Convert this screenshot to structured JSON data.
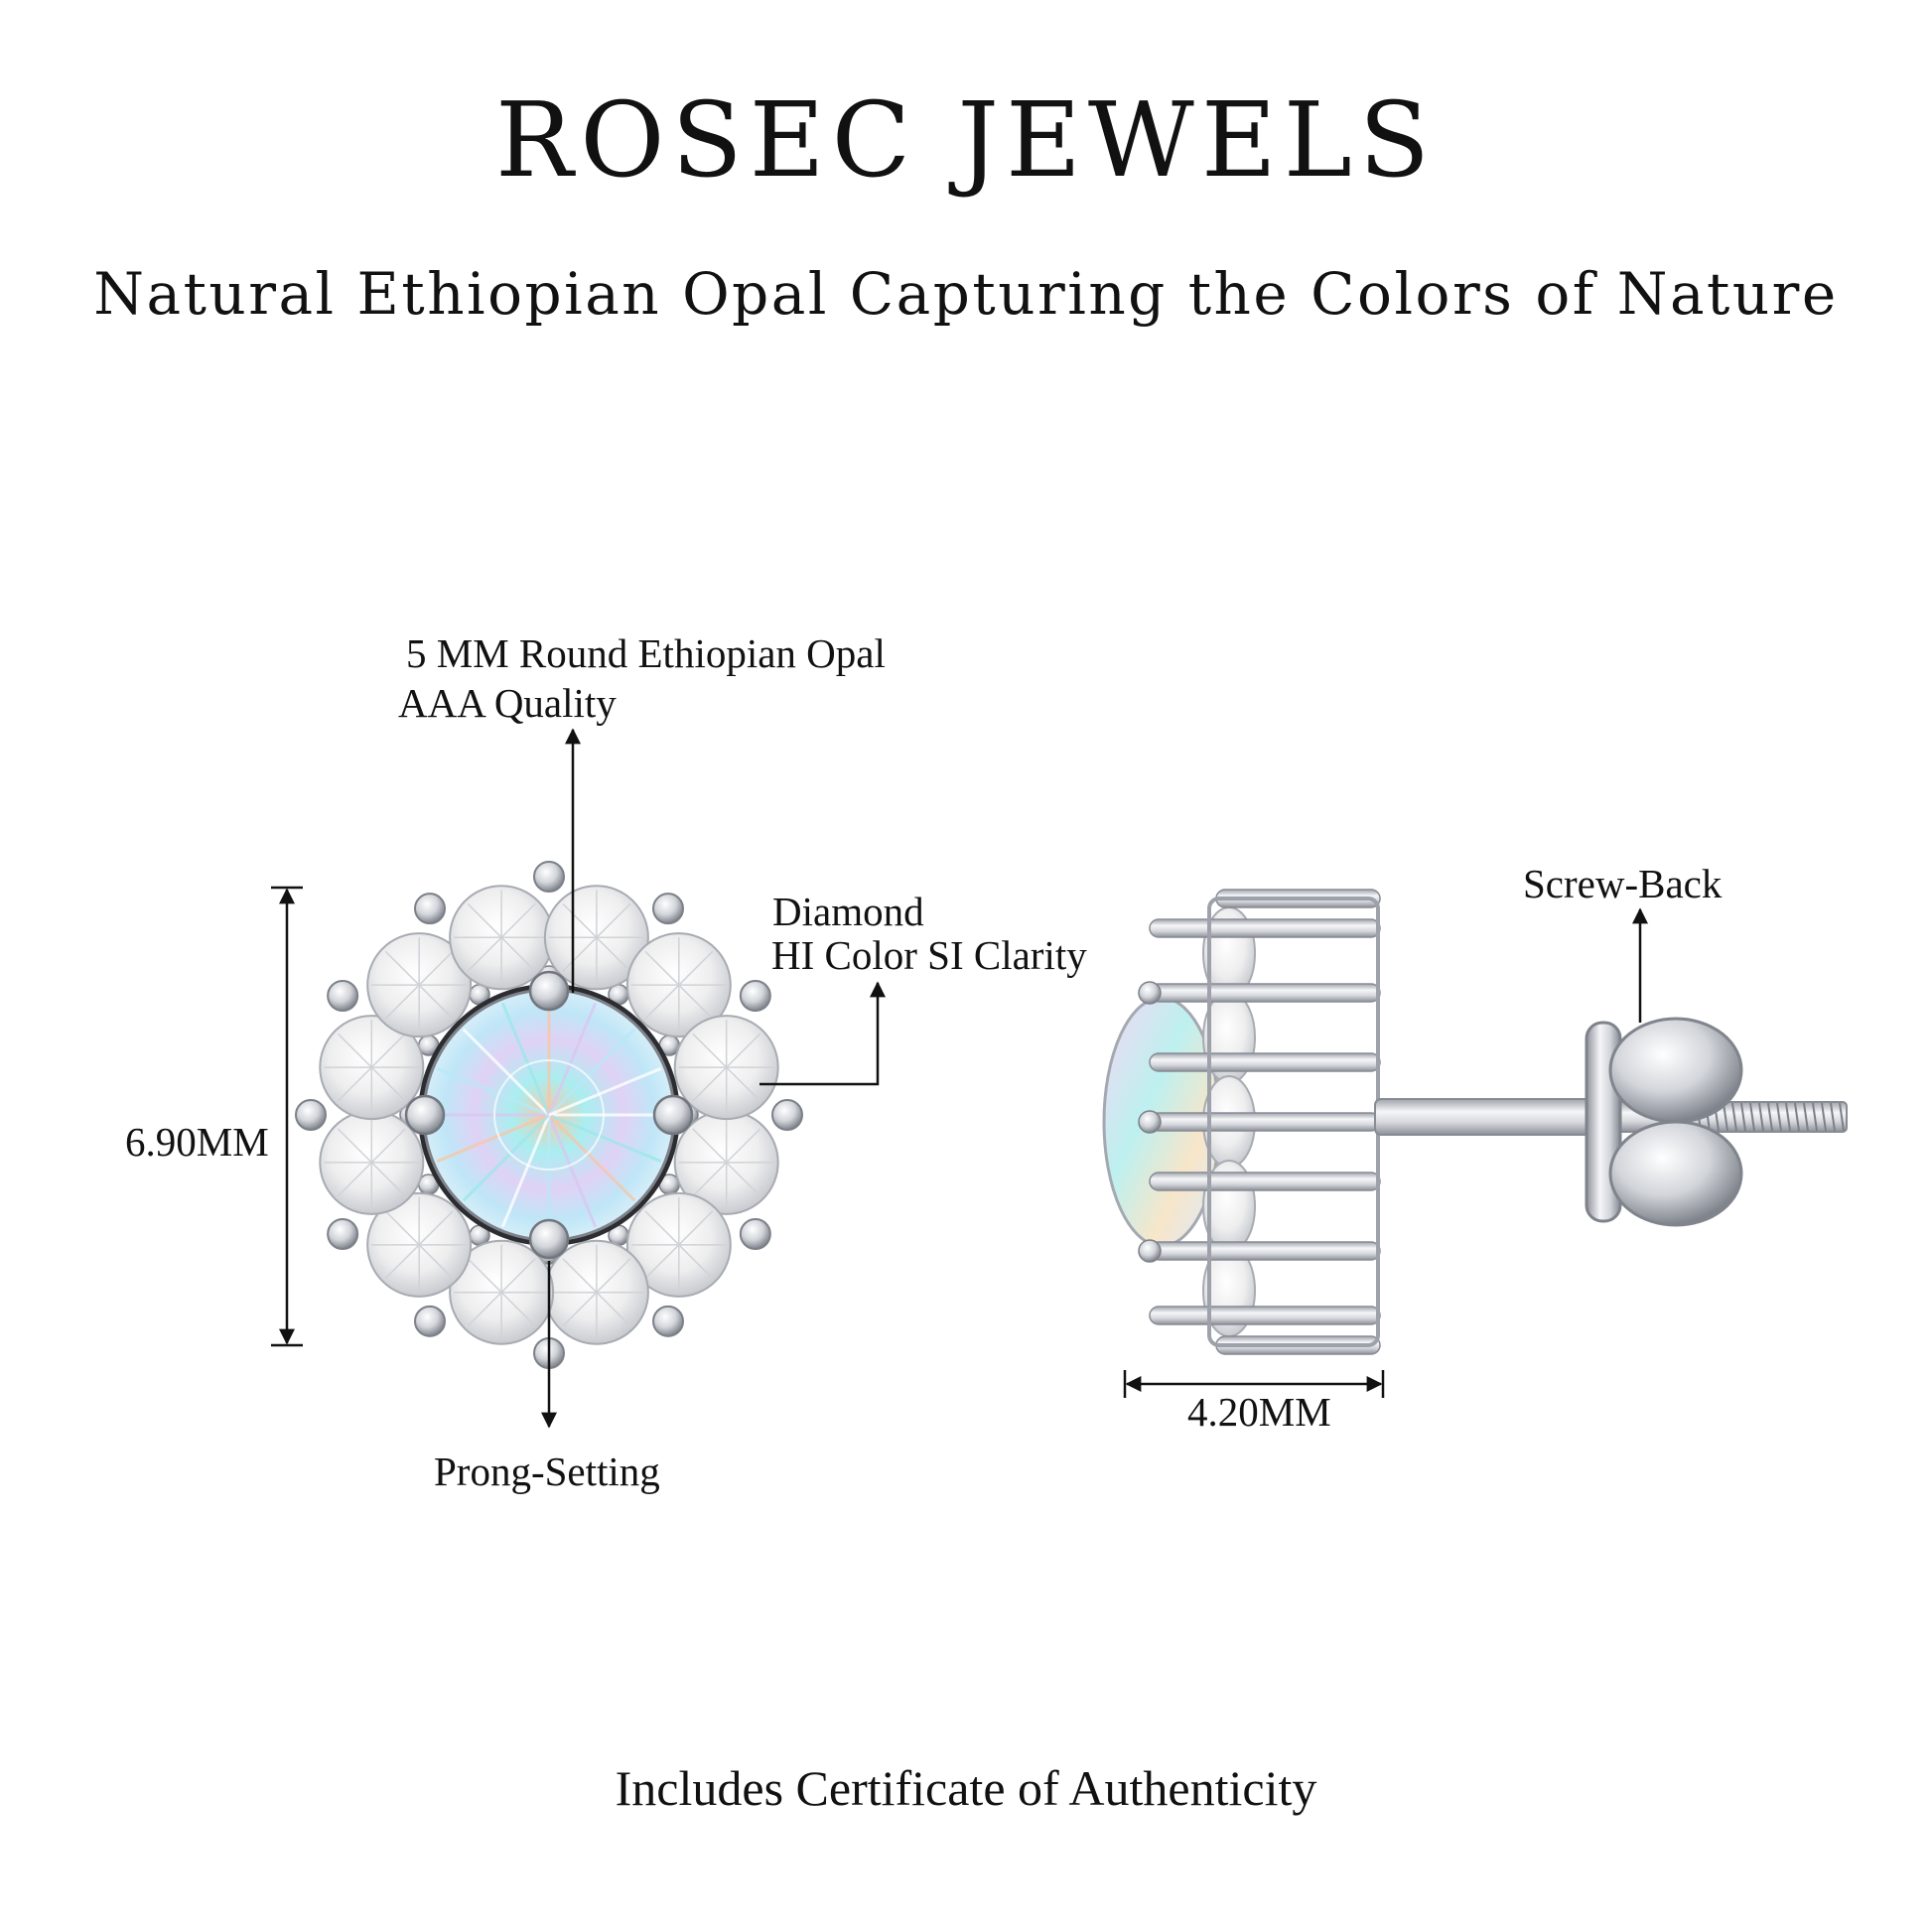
{
  "header": {
    "brand": "ROSEC JEWELS",
    "tagline": "Natural Ethiopian Opal Capturing the Colors of Nature"
  },
  "callouts": {
    "center_stone_line1": "5 MM Round Ethiopian Opal",
    "center_stone_line2": "AAA Quality",
    "diamond_line1": "Diamond",
    "diamond_line2": "HI Color SI Clarity",
    "setting": "Prong-Setting",
    "back": "Screw-Back"
  },
  "dimensions": {
    "height": "6.90MM",
    "depth": "4.20MM"
  },
  "footer": {
    "certificate": "Includes Certificate of Authenticity"
  },
  "colors": {
    "metal": "#d7d9de",
    "metal_dark": "#9a9ea6",
    "opal": "#cdeef2",
    "ink": "#111111"
  }
}
